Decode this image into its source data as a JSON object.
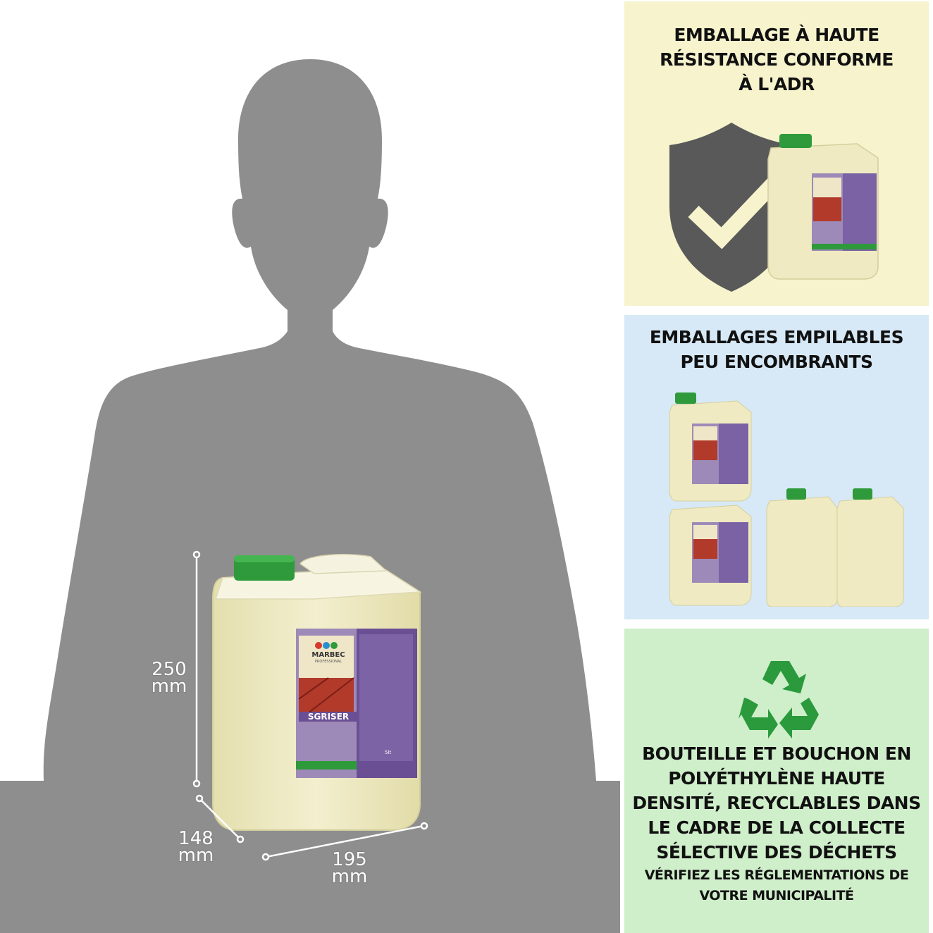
{
  "dimensions": {
    "height": {
      "value": "250",
      "unit": "mm"
    },
    "depth": {
      "value": "148",
      "unit": "mm"
    },
    "width": {
      "value": "195",
      "unit": "mm"
    }
  },
  "product": {
    "brand": "MARBEC",
    "brand_sub": "PROFESSIONAL",
    "name": "SGRISER",
    "volume": "5lt"
  },
  "panels": {
    "adr": {
      "line1": "EMBALLAGE À HAUTE",
      "line2": "RÉSISTANCE CONFORME",
      "line3": "À L'ADR"
    },
    "stack": {
      "line1": "EMBALLAGES EMPILABLES",
      "line2": "PEU ENCOMBRANTS"
    },
    "recycle": {
      "line1": "BOUTEILLE ET BOUCHON EN",
      "line2": "POLYÉTHYLÈNE HAUTE",
      "line3": "DENSITÉ, RECYCLABLES DANS",
      "line4": "LE CADRE DE LA COLLECTE",
      "line5": "SÉLECTIVE DES DÉCHETS",
      "note1": "VÉRIFIEZ LES RÉGLEMENTATIONS DE",
      "note2": "VOTRE MUNICIPALITÉ"
    }
  },
  "colors": {
    "silhouette": "#8e8e8e",
    "panel_adr": "#f6f3cd",
    "panel_stack": "#d7e9f7",
    "panel_recycle": "#cfeeca",
    "cap": "#2e9a3b",
    "liquid": "#f0ecc4",
    "recycle_icon": "#2a9a3c",
    "shield": "#595959"
  }
}
